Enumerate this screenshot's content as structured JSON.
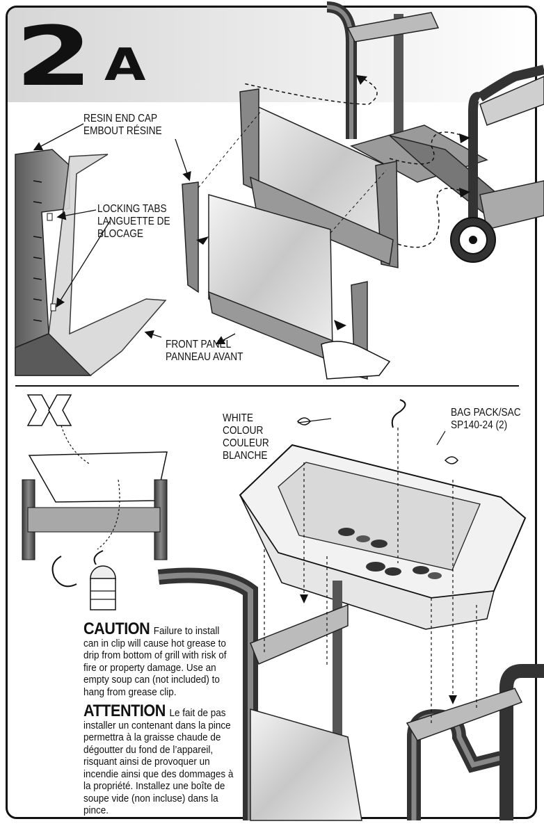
{
  "step": {
    "number": "2",
    "letter": "A"
  },
  "labels": {
    "resin_end_cap": "RESIN END CAP\nEMBOUT RÉSINE",
    "locking_tabs": "LOCKING TABS\nLANGUETTE DE\nBLOCAGE",
    "front_panel": "FRONT PANEL\nPANNEAU AVANT",
    "white_colour": "WHITE\nCOLOUR\nCOULEUR\nBLANCHE",
    "bag_pack": "BAG PACK/SAC\nSP140-24 (2)"
  },
  "caution": {
    "heading": "CAUTION",
    "text": "Failure to install can in clip will cause hot grease to drip from bottom of grill with risk of fire or property damage. Use an empty soup can (not included) to hang from grease clip."
  },
  "attention": {
    "heading": "ATTENTION",
    "text": "Le fait de pas installer un contenant dans la pince permettra à la graisse chaude de dégoutter du fond de l’appareil, risquant ainsi de provoquer un incendie ainsi que des dommages à la propriété. Installez une boîte de soupe vide (non incluse) dans la pince."
  },
  "colors": {
    "ink": "#111111",
    "header_band": "#d6d6d6",
    "part_fill": "#9a9a9a",
    "part_dark": "#4a4a4a"
  }
}
